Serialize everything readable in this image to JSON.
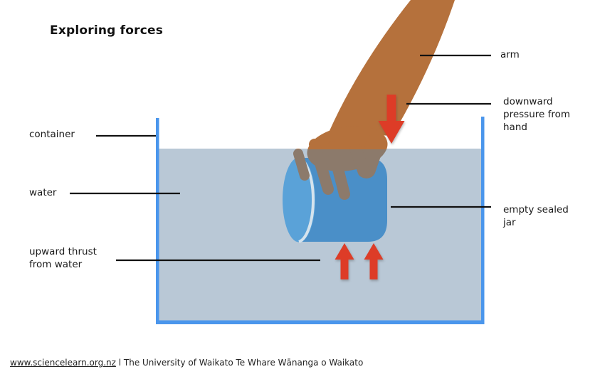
{
  "title": "Exploring forces",
  "labels": {
    "arm": "arm",
    "downward_pressure": "downward pressure from hand",
    "container": "container",
    "water": "water",
    "upward_thrust": "upward thrust from water",
    "empty_jar": "empty sealed jar"
  },
  "footer": {
    "link": "www.sciencelearn.org.nz",
    "attribution": " l The University of Waikato Te Whare Wānanga o Waikato"
  },
  "colors": {
    "container_border": "#4a96ec",
    "water_fill": "#b9c8d6",
    "jar_body": "#4a8fc8",
    "jar_lid": "#5aa2d8",
    "jar_rim_highlight": "#d5e3ed",
    "arm_skin": "#b5713c",
    "underwater_skin": "#8c7a6b",
    "force_arrow_red": "#dd3c27",
    "leader_line": "#111111",
    "label_text": "#1a1a1a"
  }
}
